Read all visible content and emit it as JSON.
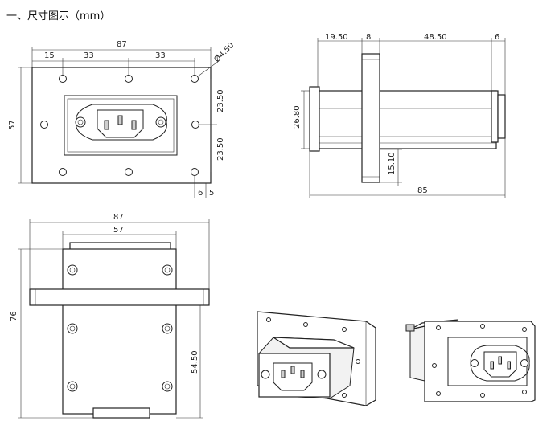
{
  "title": "一、尺寸图示（mm）",
  "front_view": {
    "width_total": "87",
    "seg_1": "15",
    "seg_2": "33",
    "seg_3": "33",
    "hole_dia": "Ø4.50",
    "height_total": "57",
    "pitch_upper": "23.50",
    "pitch_lower": "23.50",
    "edge_1": "6",
    "edge_2": "5"
  },
  "side_view": {
    "seg_1": "19.50",
    "seg_2": "8",
    "seg_3": "48.50",
    "seg_4": "6",
    "body_height": "26.80",
    "flange_offset": "15.10",
    "total_length": "85"
  },
  "back_view": {
    "width_total": "87",
    "width_inner": "57",
    "height_total": "76",
    "height_inner": "54.50"
  },
  "iso_views": {
    "count": 2
  }
}
